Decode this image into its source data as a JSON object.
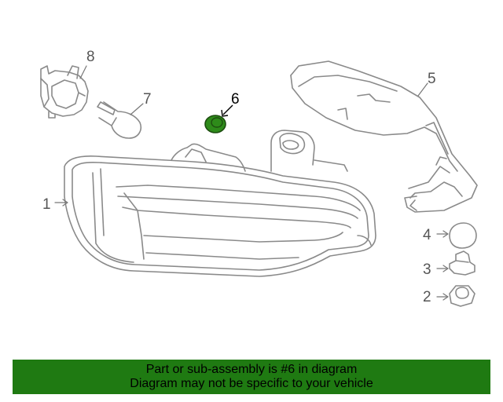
{
  "callouts": {
    "c1": "1",
    "c2": "2",
    "c3": "3",
    "c4": "4",
    "c5": "5",
    "c6": "6",
    "c7": "7",
    "c8": "8"
  },
  "highlighted_part": "6",
  "colors": {
    "line": "#8a8a8a",
    "highlight_fill": "#2e8b1a",
    "banner_bg": "#1f7a12",
    "banner_text": "#000000"
  },
  "banner": {
    "line1": "Part or sub-assembly is #6 in diagram",
    "line2": "Diagram may not be specific to your vehicle"
  }
}
